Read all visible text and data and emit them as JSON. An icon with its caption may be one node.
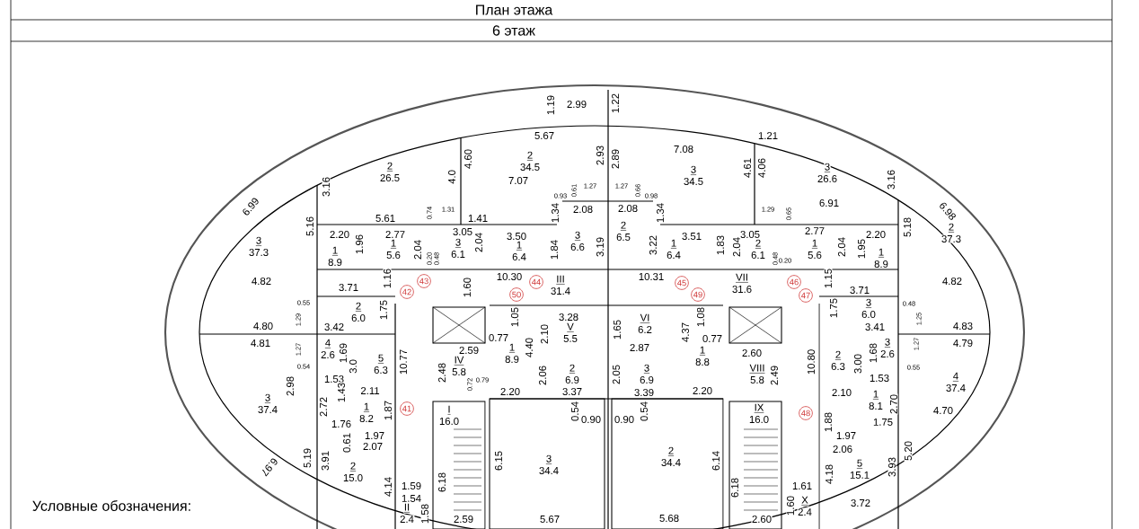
{
  "diagram": {
    "title": "План этажа",
    "labels": [
      "6 этаж",
      "2.99",
      "1.19",
      "1.22",
      "5.67",
      "1.21",
      "7.08",
      "4.60",
      "2",
      "34.5",
      "2.93",
      "2.89",
      "4.61",
      "4.06",
      "2",
      "26.5",
      "4.0",
      "3",
      "34.5",
      "3",
      "26.6",
      "3.16",
      "7.07",
      "3.16",
      "1.27",
      "1.27",
      "0.93",
      "0.61",
      "0.66",
      "0.98",
      "6.91",
      "6.99",
      "6.98",
      "1.31",
      "0.74",
      "1.29",
      "0.65",
      "2.08",
      "2.08",
      "1.34",
      "1.34",
      "5.61",
      "1.41",
      "5.16",
      "5.18",
      "2.20",
      "2.77",
      "3.05",
      "3.50",
      "3",
      "6.6",
      "2",
      "6.5",
      "3.51",
      "3.05",
      "2.77",
      "2.20",
      "3",
      "37.3",
      "1.96",
      "1",
      "8.9",
      "1",
      "5.6",
      "2.04",
      "3",
      "6.1",
      "2.04",
      "1",
      "6.4",
      "1.84",
      "3.19",
      "3.22",
      "1",
      "6.4",
      "1.83",
      "2.04",
      "2",
      "6.1",
      "1",
      "5.6",
      "2.04",
      "1.95",
      "1",
      "8.9",
      "2",
      "37.3",
      "0.20",
      "0.48",
      "0.48",
      "0.20",
      "10.30",
      "10.31",
      "4.82",
      "1.16",
      "43",
      "44",
      "III",
      "31.4",
      "45",
      "VII",
      "31.6",
      "46",
      "1.15",
      "4.82",
      "1.60",
      "3.71",
      "42",
      "50",
      "49",
      "47",
      "3.71",
      "0.55",
      "2",
      "6.0",
      "1.75",
      "1.05",
      "3.28",
      "VI",
      "6.2",
      "1.08",
      "1.75",
      "3",
      "6.0",
      "0.48",
      "1.29",
      "1.25",
      "4.80",
      "3.42",
      "2.10",
      "V",
      "5.5",
      "1.65",
      "4.37",
      "3.41",
      "4.83",
      "0.77",
      "0.77",
      "4.81",
      "1.27",
      "4",
      "2.6",
      "1.69",
      "4.40",
      "2.59",
      "1",
      "8.9",
      "2.87",
      "1",
      "8.8",
      "2.60",
      "2",
      "6.3",
      "1.68",
      "3",
      "2.6",
      "4.79",
      "1.27",
      "3.0",
      "5",
      "6.3",
      "10.77",
      "IV",
      "5.8",
      "10.80",
      "VIII",
      "5.8",
      "3.00",
      "0.54",
      "0.55",
      "2.48",
      "2.06",
      "2",
      "6.9",
      "2.05",
      "3",
      "6.9",
      "2.49",
      "1.53",
      "0.72",
      "0.79",
      "1.53",
      "4",
      "37.4",
      "2.98",
      "1.43",
      "2.11",
      "2.20",
      "3.37",
      "3.39",
      "2.20",
      "2.10",
      "3",
      "37.4",
      "2.72",
      "1",
      "8.2",
      "1.87",
      "41",
      "I",
      "16.0",
      "0.54",
      "0.54",
      "IX",
      "16.0",
      "48",
      "1",
      "8.1",
      "2.70",
      "4.70",
      "0.90",
      "0.90",
      "1.76",
      "1.88",
      "1.75",
      "1.97",
      "1.97",
      "0.61",
      "2.07",
      "2.06",
      "6.97",
      "5.19",
      "3.91",
      "2",
      "15.0",
      "6.15",
      "3",
      "34.4",
      "2",
      "34.4",
      "6.14",
      "4.18",
      "5",
      "15.1",
      "3.93",
      "5.20",
      "4.14",
      "1.59",
      "6.18",
      "6.18",
      "1.61",
      "1.54",
      "3.72",
      "Условные обозначения:",
      "II",
      "2.4",
      "1.58",
      "X",
      "2.4",
      "1.60",
      "2.59",
      "5.67",
      "5.68",
      "2.60"
    ]
  }
}
